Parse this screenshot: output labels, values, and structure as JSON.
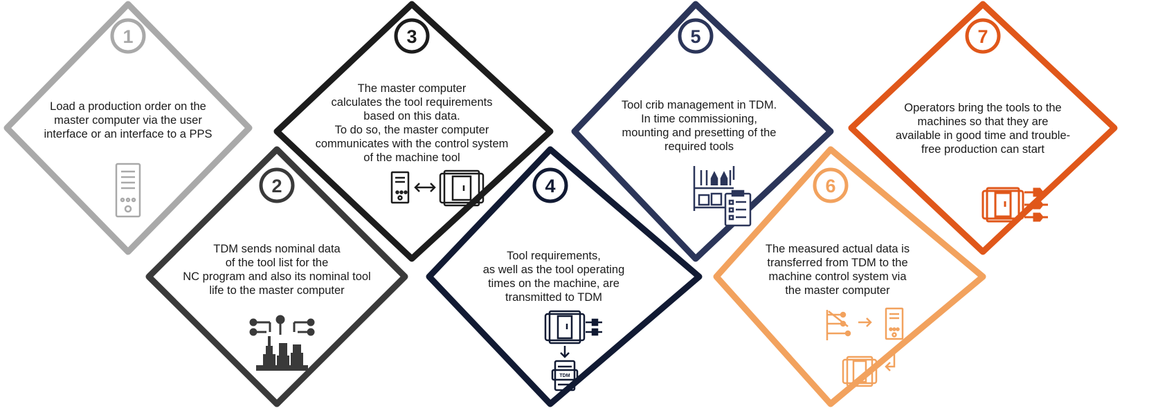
{
  "steps": [
    {
      "number": "1",
      "color": "#a9a9a9",
      "lines": [
        "Load a production order on the",
        "master computer via the user",
        "interface or an interface to a PPS"
      ],
      "icon": "server-icon"
    },
    {
      "number": "2",
      "color": "#3a3a3a",
      "lines": [
        "TDM sends nominal data",
        "of the tool list for the",
        "NC program and also its nominal tool",
        "life to the master computer"
      ],
      "icon": "tool-list-icon"
    },
    {
      "number": "3",
      "color": "#1c1c1c",
      "lines": [
        "The master computer",
        "calculates the tool requirements",
        "based on this data.",
        "To do so, the master computer",
        "communicates with the control system",
        "of the machine tool"
      ],
      "icon": "computer-machine-exchange-icon"
    },
    {
      "number": "4",
      "color": "#111a33",
      "lines": [
        "Tool requirements,",
        "as well as the tool operating",
        "times on the machine, are",
        "transmitted to TDM"
      ],
      "icon": "machine-to-tdm-icon",
      "tdm_label": "TDM"
    },
    {
      "number": "5",
      "color": "#2b3559",
      "lines": [
        "Tool crib management in TDM.",
        "In time commissioning,",
        "mounting and presetting of the",
        "required tools"
      ],
      "icon": "tool-crib-icon"
    },
    {
      "number": "6",
      "color": "#f2a25e",
      "lines": [
        "The measured actual data is",
        "transferred from TDM to the",
        "machine control system via",
        "the master computer"
      ],
      "icon": "data-transfer-icon"
    },
    {
      "number": "7",
      "color": "#e0571a",
      "lines": [
        "Operators bring the tools to the",
        "machines so that they are",
        "available in good time and trouble-",
        "free production can start"
      ],
      "icon": "machine-tools-ready-icon"
    }
  ]
}
